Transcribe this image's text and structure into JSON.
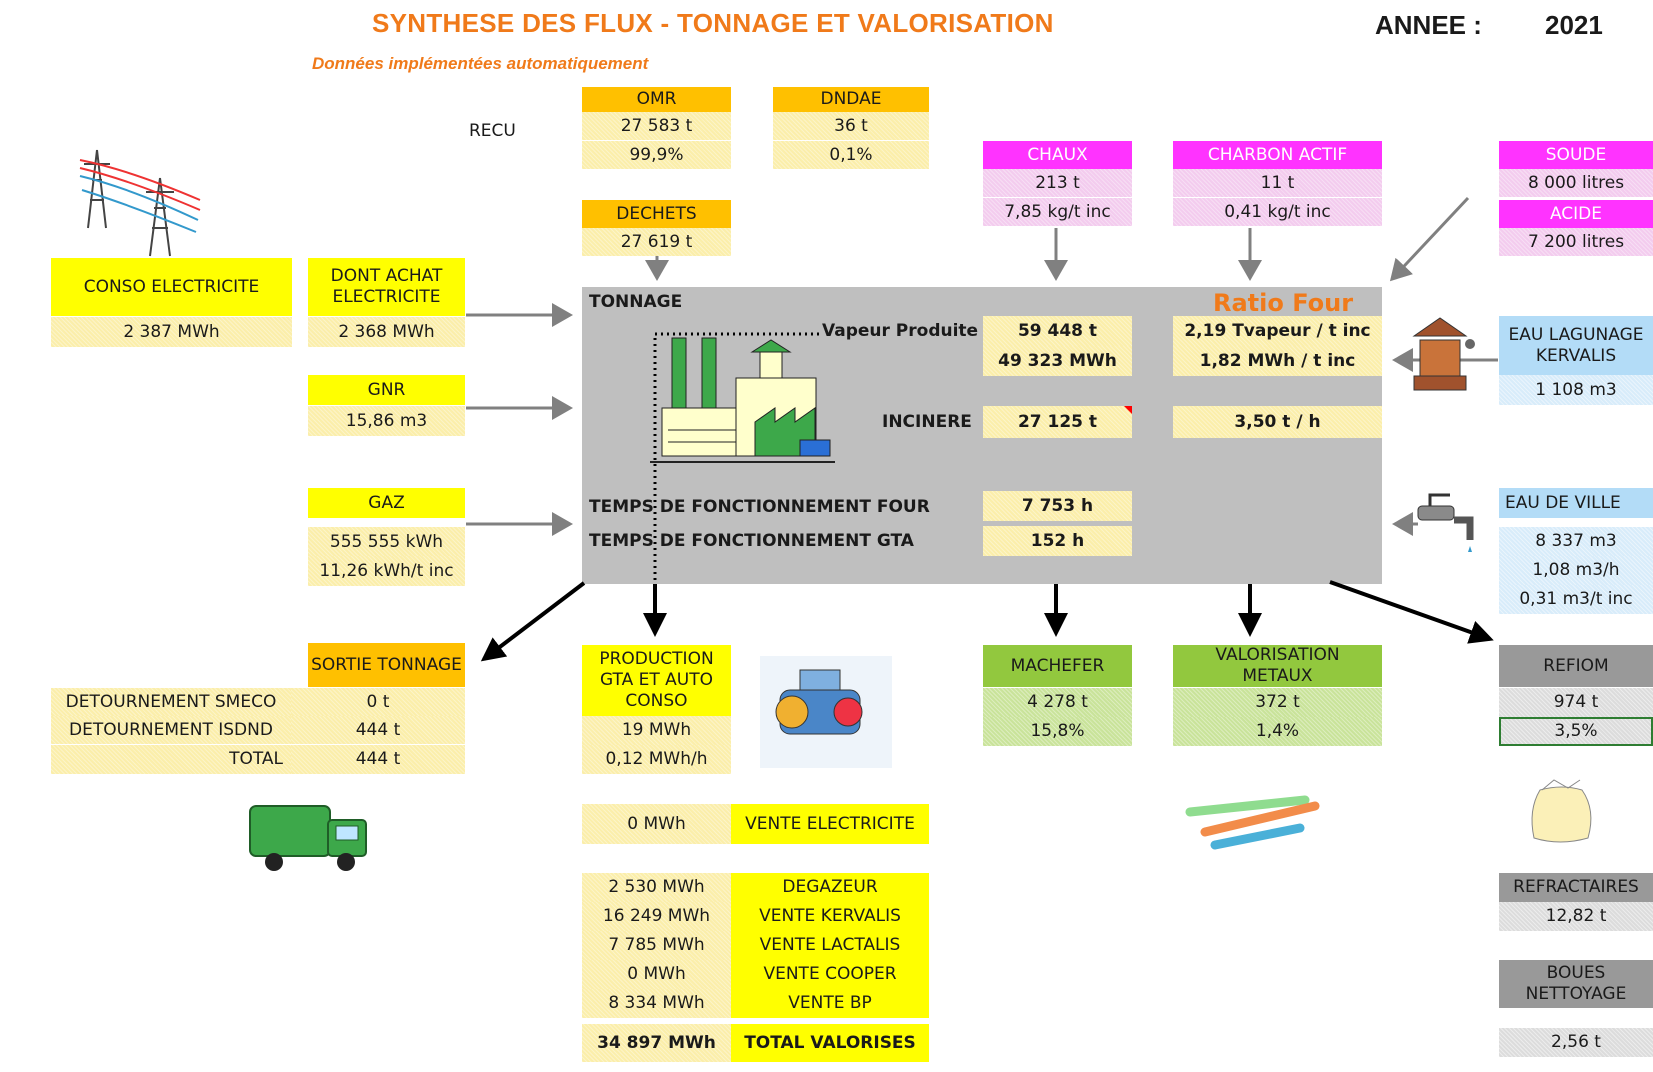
{
  "header": {
    "title": "SYNTHESE DES FLUX - TONNAGE ET VALORISATION",
    "subtitle": "Données implémentées automatiquement",
    "year_label": "ANNEE :",
    "year_value": "2021"
  },
  "recu": {
    "label": "RECU",
    "omr": {
      "header": "OMR",
      "tonnage": "27 583 t",
      "percent": "99,9%"
    },
    "dndae": {
      "header": "DNDAE",
      "tonnage": "36 t",
      "percent": "0,1%"
    },
    "dechets": {
      "header": "DECHETS",
      "tonnage": "27 619 t"
    }
  },
  "reactifs": {
    "chaux": {
      "header": "CHAUX",
      "qty": "213 t",
      "ratio": "7,85 kg/t inc"
    },
    "charbon": {
      "header": "CHARBON ACTIF",
      "qty": "11 t",
      "ratio": "0,41 kg/t inc"
    },
    "soude": {
      "header": "SOUDE",
      "qty": "8 000 litres"
    },
    "acide": {
      "header": "ACIDE",
      "qty": "7 200 litres"
    }
  },
  "energie": {
    "conso_elec": {
      "header": "CONSO ELECTRICITE",
      "value": "2 387 MWh"
    },
    "achat_elec": {
      "header": "DONT ACHAT ELECTRICITE",
      "value": "2 368 MWh"
    },
    "gnr": {
      "header": "GNR",
      "value": "15,86 m3"
    },
    "gaz": {
      "header": "GAZ",
      "value": "555 555 kWh",
      "ratio": "11,26 kWh/t inc"
    }
  },
  "four": {
    "tonnage_label": "TONNAGE",
    "ratio_title": "Ratio Four",
    "vapeur_label": "Vapeur Produite",
    "vapeur_t": "59 448 t",
    "vapeur_mwh": "49 323 MWh",
    "ratio_vapeur_t": "2,19 Tvapeur / t inc",
    "ratio_mwh_t": "1,82 MWh / t inc",
    "incinere_label": "INCINERE",
    "incinere_value": "27 125 t",
    "incinere_ratio": "3,50 t / h",
    "temps_four_label": "TEMPS DE FONCTIONNEMENT FOUR",
    "temps_four_value": "7 753 h",
    "temps_gta_label": "TEMPS DE FONCTIONNEMENT GTA",
    "temps_gta_value": "152 h"
  },
  "eau": {
    "lagunage": {
      "header": "EAU LAGUNAGE KERVALIS",
      "value": "1 108 m3"
    },
    "ville": {
      "header": "EAU DE VILLE",
      "value": "8 337 m3",
      "ratio_h": "1,08 m3/h",
      "ratio_t": "0,31 m3/t inc"
    }
  },
  "sortie": {
    "header": "SORTIE TONNAGE",
    "rows": [
      {
        "label": "DETOURNEMENT SMECO",
        "value": "0 t"
      },
      {
        "label": "DETOURNEMENT ISDND",
        "value": "444 t"
      },
      {
        "label": "TOTAL",
        "value": "444 t"
      }
    ]
  },
  "production": {
    "header": "PRODUCTION GTA ET AUTO CONSO",
    "value": "19 MWh",
    "ratio": "0,12 MWh/h",
    "vente_elec": {
      "value": "0 MWh",
      "label": "VENTE ELECTRICITE"
    },
    "ventes": [
      {
        "value": "2 530 MWh",
        "label": "DEGAZEUR"
      },
      {
        "value": "16 249 MWh",
        "label": "VENTE KERVALIS"
      },
      {
        "value": "7 785 MWh",
        "label": "VENTE LACTALIS"
      },
      {
        "value": "0 MWh",
        "label": "VENTE COOPER"
      },
      {
        "value": "8 334 MWh",
        "label": "VENTE BP"
      }
    ],
    "total": {
      "value": "34 897 MWh",
      "label": "TOTAL VALORISES"
    }
  },
  "residus": {
    "machefer": {
      "header": "MACHEFER",
      "qty": "4 278 t",
      "percent": "15,8%"
    },
    "metaux": {
      "header": "VALORISATION METAUX",
      "qty": "372 t",
      "percent": "1,4%"
    },
    "refiom": {
      "header": "REFIOM",
      "qty": "974 t",
      "percent": "3,5%"
    },
    "refractaires": {
      "header": "REFRACTAIRES",
      "qty": "12,82 t"
    },
    "boues": {
      "header": "BOUES NETTOYAGE",
      "qty": "2,56 t"
    }
  },
  "colors": {
    "title": "#f07a1a",
    "orange_header": "#ffc000",
    "yellow_header": "#ffff00",
    "magenta_header": "#ff33ff",
    "green_header": "#92c83e",
    "blue_header": "#b3dcf7",
    "grey_header": "#999999",
    "furnace": "#bfbfbf"
  }
}
